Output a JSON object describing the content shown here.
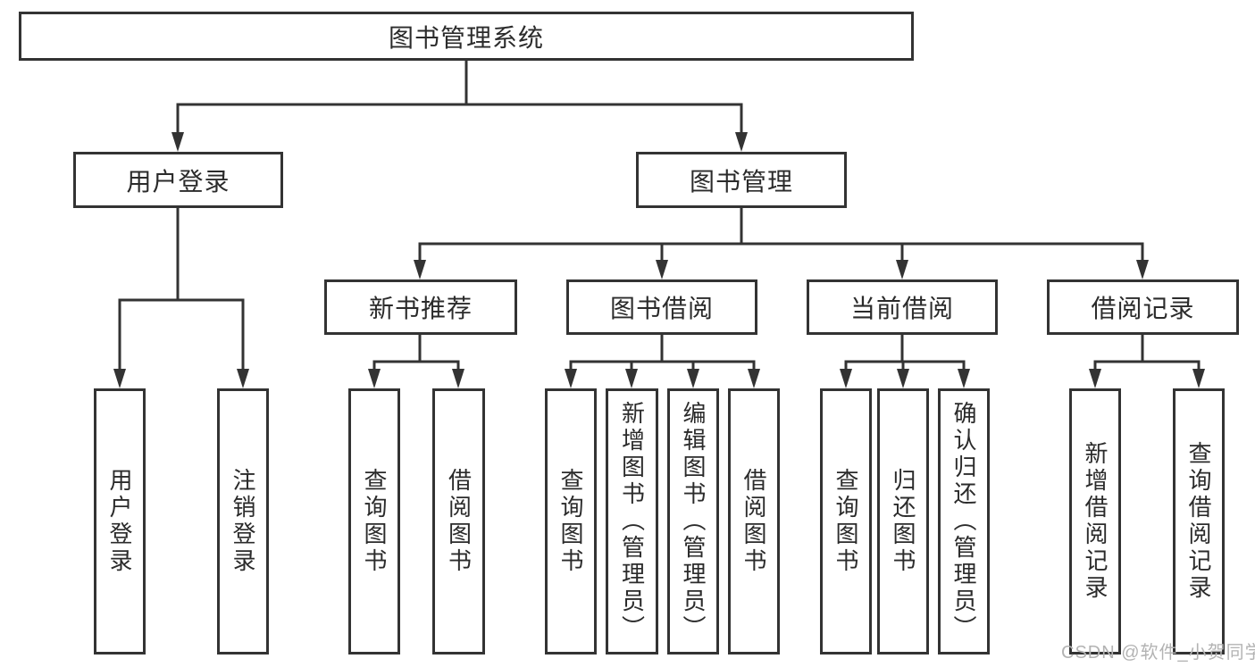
{
  "diagram": {
    "title_node": {
      "label": "图书管理系统"
    },
    "level2": [
      {
        "label": "用户登录"
      },
      {
        "label": "图书管理"
      }
    ],
    "level3": [
      {
        "label": "新书推荐",
        "parent": "图书管理"
      },
      {
        "label": "图书借阅",
        "parent": "图书管理"
      },
      {
        "label": "当前借阅",
        "parent": "图书管理"
      },
      {
        "label": "借阅记录",
        "parent": "图书管理"
      }
    ],
    "leaves": [
      {
        "label": "用户登录",
        "parent": "用户登录"
      },
      {
        "label": "注销登录",
        "parent": "用户登录"
      },
      {
        "label": "查询图书",
        "parent": "新书推荐"
      },
      {
        "label": "借阅图书",
        "parent": "新书推荐"
      },
      {
        "label": "查询图书",
        "parent": "图书借阅"
      },
      {
        "label": "新增图书（管理员）",
        "parent": "图书借阅"
      },
      {
        "label": "编辑图书（管理员）",
        "parent": "图书借阅"
      },
      {
        "label": "借阅图书",
        "parent": "图书借阅"
      },
      {
        "label": "查询图书",
        "parent": "当前借阅"
      },
      {
        "label": "归还图书",
        "parent": "当前借阅"
      },
      {
        "label": "确认归还（管理员）",
        "parent": "当前借阅"
      },
      {
        "label": "新增借阅记录",
        "parent": "借阅记录"
      },
      {
        "label": "查询借阅记录",
        "parent": "借阅记录"
      }
    ]
  },
  "watermark": {
    "text": "CSDN @软件_小贺同学"
  },
  "colors": {
    "line": "#333333",
    "border": "#333333",
    "text": "#2b2b2b",
    "watermark": "#b3b3b3",
    "background": "#ffffff"
  }
}
